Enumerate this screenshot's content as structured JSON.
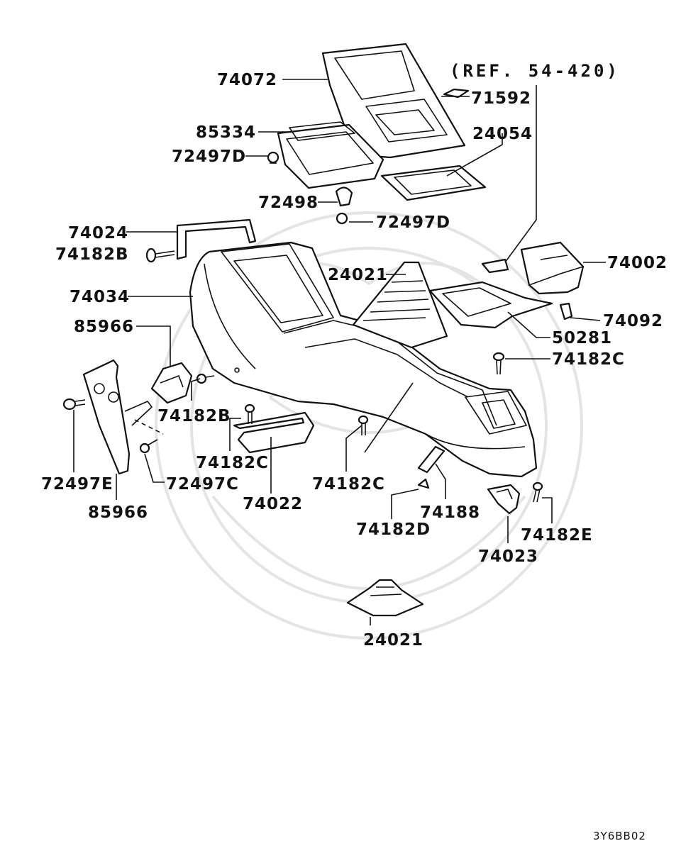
{
  "reference": "(REF. 54-420)",
  "drawing_code": "3Y6BB02",
  "labels": {
    "l74072": "74072",
    "l71592": "71592",
    "l85334": "85334",
    "l24054": "24054",
    "l72497d_a": "72497D",
    "l72498": "72498",
    "l72497d_b": "72497D",
    "l74024": "74024",
    "l74182b_a": "74182B",
    "l74002": "74002",
    "l24021_a": "24021",
    "l74034": "74034",
    "l74092": "74092",
    "l85966_a": "85966",
    "l50281": "50281",
    "l74182c_a": "74182C",
    "l74182b_b": "74182B",
    "l72497e": "72497E",
    "l72497c": "72497C",
    "l74182c_b": "74182C",
    "l74182c_c": "74182C",
    "l85966_b": "85966",
    "l74022": "74022",
    "l74188": "74188",
    "l74182d": "74182D",
    "l74182e": "74182E",
    "l74023": "74023",
    "l24021_b": "24021"
  }
}
